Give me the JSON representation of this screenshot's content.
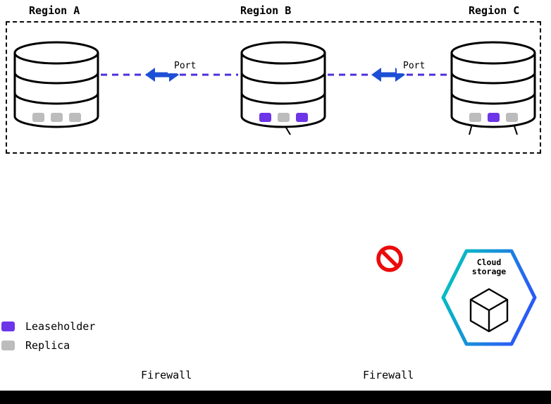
{
  "regions": [
    {
      "label": "Region A",
      "ranges": [
        "replica",
        "replica",
        "replica"
      ]
    },
    {
      "label": "Region B",
      "ranges": [
        "leaseholder",
        "replica",
        "leaseholder"
      ]
    },
    {
      "label": "Region C",
      "ranges": [
        "replica",
        "leaseholder",
        "replica"
      ]
    }
  ],
  "connections": [
    {
      "label": "Port"
    },
    {
      "label": "Port"
    }
  ],
  "legend": {
    "items": [
      {
        "label": "Leaseholder",
        "role": "leaseholder"
      },
      {
        "label": "Replica",
        "role": "replica"
      }
    ]
  },
  "firewalls": [
    {
      "label": "Firewall"
    },
    {
      "label": "Firewall"
    }
  ],
  "cloud_storage": {
    "label": "Cloud storage"
  },
  "colors": {
    "leaseholder": "#6D35E8",
    "replica": "#BCBCBC",
    "link_dash": "#4F2EDB",
    "link_arrow": "#1D4FD6",
    "blocked_sign": "#EB0B0B",
    "hexagon_border_start": "#00CEB8",
    "hexagon_border_end": "#2A5BF6"
  }
}
